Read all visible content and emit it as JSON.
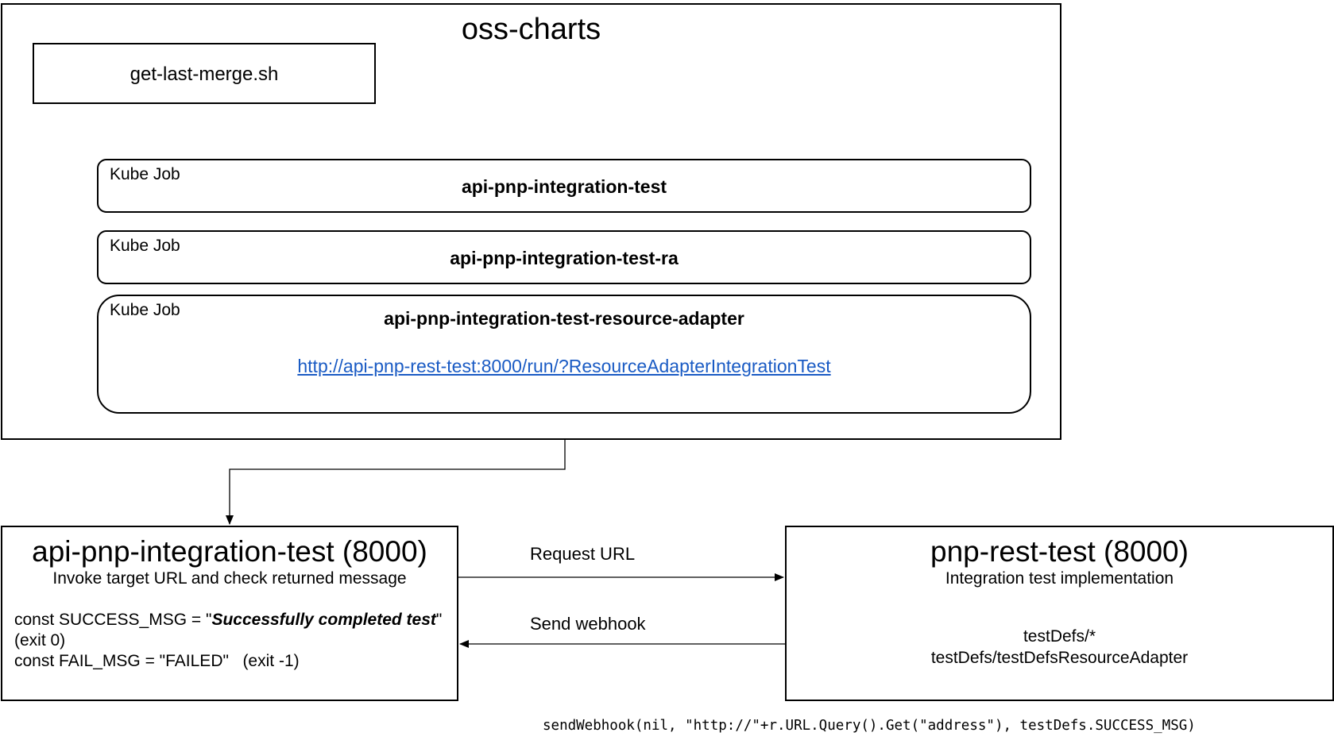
{
  "container": {
    "title": "oss-charts"
  },
  "script_box": {
    "label": "get-last-merge.sh"
  },
  "jobs": [
    {
      "tag": "Kube Job",
      "name": "api-pnp-integration-test"
    },
    {
      "tag": "Kube Job",
      "name": "api-pnp-integration-test-ra"
    },
    {
      "tag": "Kube Job",
      "name": "api-pnp-integration-test-resource-adapter",
      "url": "http://api-pnp-rest-test:8000/run/?ResourceAdapterIntegrationTest"
    }
  ],
  "integration_service": {
    "title": "api-pnp-integration-test (8000)",
    "subtitle": "Invoke target URL and check returned message",
    "success_prefix": "const SUCCESS_MSG = \"",
    "success_value": "Successfully completed test",
    "success_suffix": "\"",
    "success_exit": "(exit 0)",
    "fail_line": "const FAIL_MSG = \"FAILED\"   (exit -1)"
  },
  "rest_service": {
    "title": "pnp-rest-test (8000)",
    "subtitle": "Integration test implementation",
    "defs_line1": "testDefs/*",
    "defs_line2": "testDefs/testDefsResourceAdapter"
  },
  "edges": {
    "request_label": "Request URL",
    "webhook_label": "Send webhook"
  },
  "code_snippet": "sendWebhook(nil, \"http://\"+r.URL.Query().Get(\"address\"), testDefs.SUCCESS_MSG)"
}
